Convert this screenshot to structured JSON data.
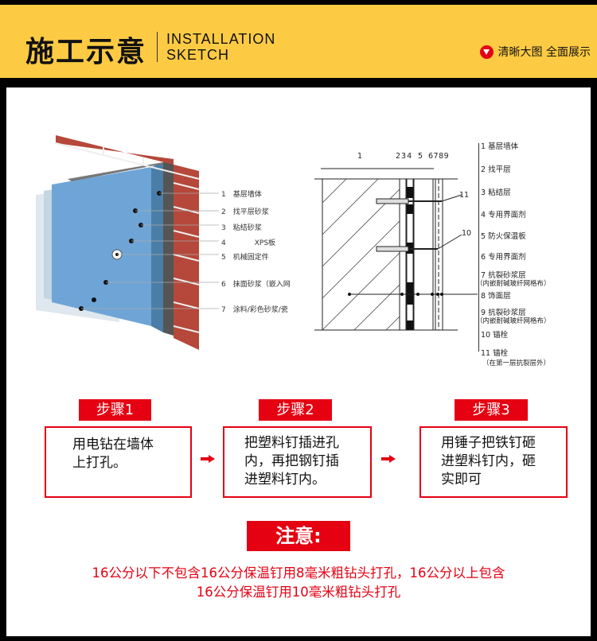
{
  "header": {
    "title_cn": "施工示意",
    "title_en_1": "INSTALLATION",
    "title_en_2": "SKETCH",
    "right_text": "清晰大图 全面展示",
    "right_icon": "down-triangle-icon",
    "bg_color": "#fdcb43"
  },
  "left_diagram": {
    "labels": [
      "1　基层墙体",
      "2　找平层砂浆",
      "3　粘结砂浆",
      "4　　　　XPS板",
      "5　机械固定件",
      "6　抹面砂浆（嵌入网",
      "7　涂料/彩色砂浆/瓷"
    ]
  },
  "right_diagram": {
    "dimension_labels": [
      "1",
      "2",
      "3",
      "4",
      "5",
      "6",
      "7",
      "8",
      "9"
    ],
    "callouts": [
      "11",
      "10"
    ],
    "labels": [
      "1 基层墙体",
      "2 找平层",
      "3 粘结层",
      "4 专用界面剂",
      "5 防火保温板",
      "6 专用界面剂",
      "7 抗裂砂浆层",
      "（内嵌耐碱玻纤网格布）",
      "8 饰面层",
      "9 抗裂砂浆层",
      "（内嵌耐碱玻纤网格布）",
      "10 锚栓",
      "11 锚栓",
      "（在第一层抗裂层外）"
    ]
  },
  "steps": [
    {
      "tag": "步骤1",
      "text_lines": [
        "用电钻在墙体",
        "上打孔。"
      ]
    },
    {
      "tag": "步骤2",
      "text_lines": [
        "把塑料钉插进孔",
        "内，再把钢钉插",
        "进塑料钉内。"
      ]
    },
    {
      "tag": "步骤3",
      "text_lines": [
        "用锤子把铁钉砸",
        "进塑料钉内，砸",
        "实即可"
      ]
    }
  ],
  "note": {
    "tag": "注意:",
    "lines": [
      "16公分以下不包含16公分保温钉用8毫米粗钻头打孔，16公分以上包含",
      "16公分保温钉用10毫米粗钻头打孔"
    ]
  },
  "accent_color": "#e50012"
}
